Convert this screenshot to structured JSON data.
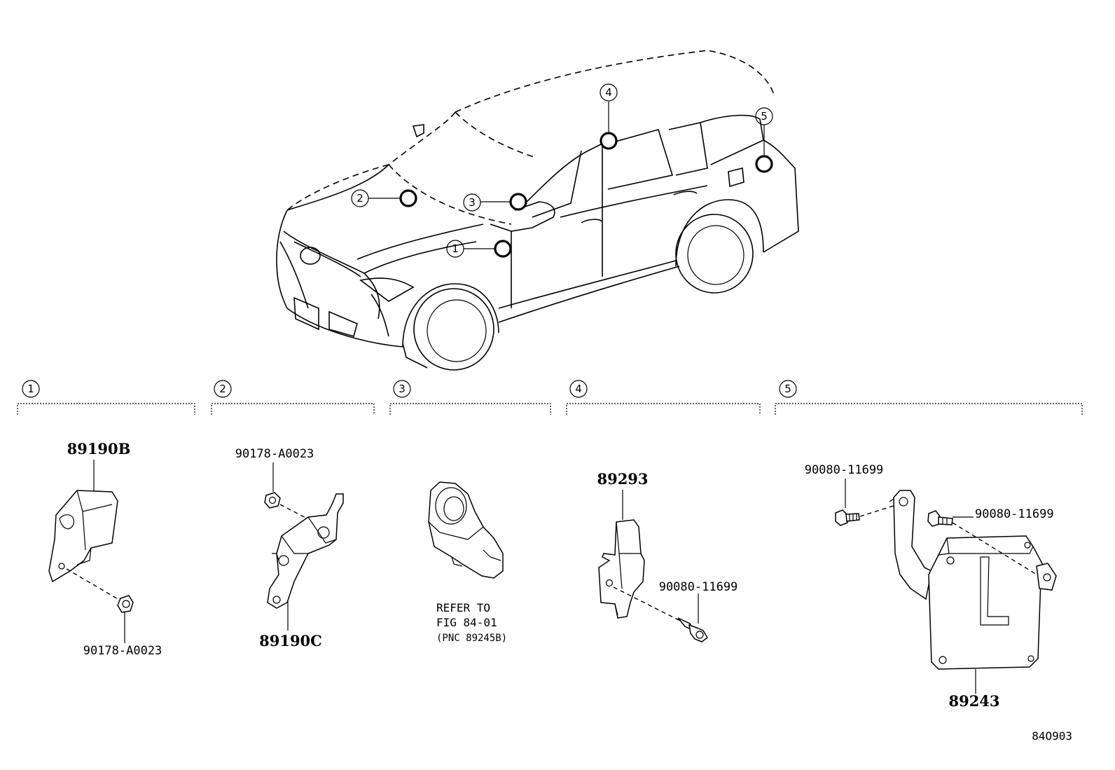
{
  "sections": [
    {
      "id": "1",
      "parts": [
        "89190B",
        "90178-A0023"
      ]
    },
    {
      "id": "2",
      "parts": [
        "90178-A0023",
        "89190C"
      ]
    },
    {
      "id": "3",
      "note": [
        "REFER TO",
        "FIG 84-01",
        "(PNC 89245B)"
      ]
    },
    {
      "id": "4",
      "parts": [
        "89293",
        "90080-11699"
      ]
    },
    {
      "id": "5",
      "parts": [
        "90080-11699",
        "90080-11699",
        "89243"
      ]
    }
  ],
  "callouts": [
    "1",
    "2",
    "3",
    "4",
    "5"
  ],
  "figure_code": "84O903"
}
